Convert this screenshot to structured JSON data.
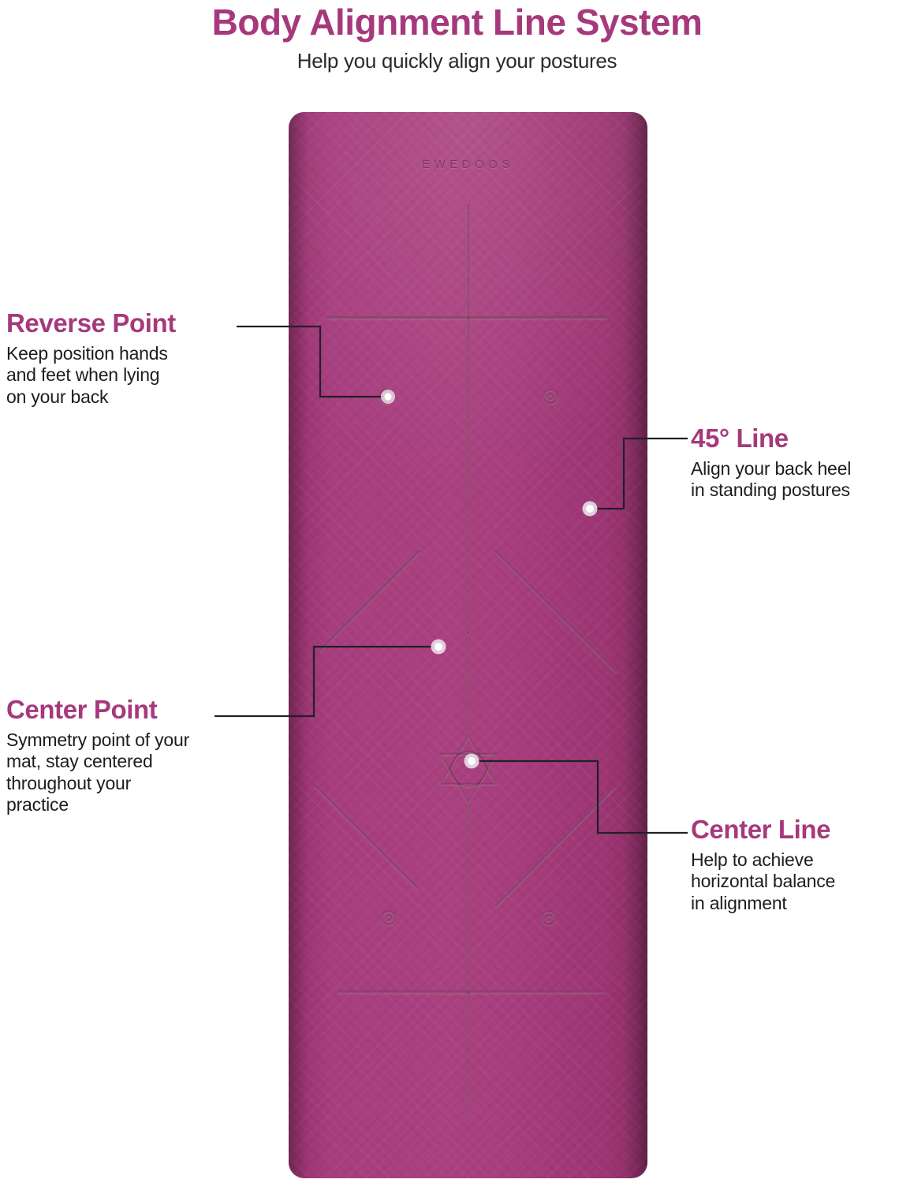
{
  "header": {
    "title": "Body Alignment Line System",
    "subtitle": "Help you quickly align your postures"
  },
  "product": {
    "brand": "EWEDOOS",
    "mat_color": "#a6397c",
    "accent_color": "#a6397c",
    "body_text_color": "#1d1d1d",
    "marking_color": "#7a2558"
  },
  "callouts": [
    {
      "id": "reverse-point",
      "title": "Reverse Point",
      "description": "Keep position hands\nand feet when lying\non your back",
      "side": "left"
    },
    {
      "id": "45-line",
      "title": "45° Line",
      "description": "Align your back heel\nin standing postures",
      "side": "right"
    },
    {
      "id": "center-point",
      "title": "Center Point",
      "description": "Symmetry point of your\nmat, stay centered\nthroughout your\npractice",
      "side": "left"
    },
    {
      "id": "center-line",
      "title": "Center Line",
      "description": "Help to achieve\nhorizontal balance\nin alignment",
      "side": "right"
    }
  ],
  "mat_markings": {
    "center_line_label": "vertical center line",
    "upper_horizontal_line": "reverse point horizontal line",
    "lower_horizontal_line": "bottom horizontal line",
    "hexagram": "center point hexagram",
    "reverse_point_circles": 2,
    "bottom_point_circles": 2,
    "diagonal_lines": 4
  }
}
